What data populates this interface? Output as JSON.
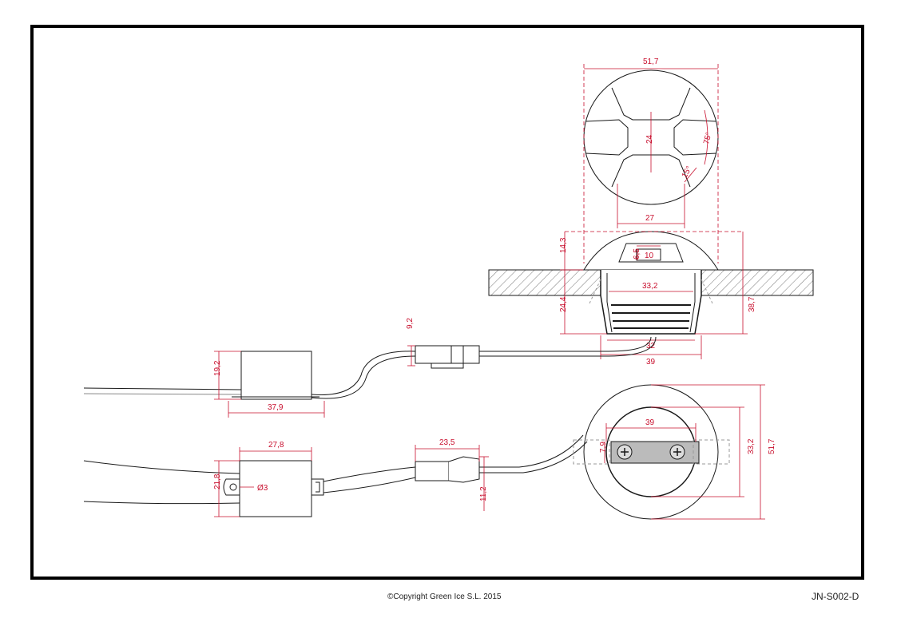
{
  "dimensions": {
    "top_diameter": "51,7",
    "cross_arm": "24",
    "angle_large": "75°",
    "angle_small": "15°",
    "cross_width": "27",
    "cap_height": "14,3",
    "window_height": "6,5",
    "window_width": "10",
    "neck_width": "33,2",
    "body_height": "24,4",
    "total_height": "38,7",
    "bottom_width": "32",
    "flange_width": "39",
    "connector_height": "9,2",
    "driver_height": "19,2",
    "driver_length": "37,9",
    "driver2_length": "27,8",
    "driver2_height": "21,8",
    "hole_diameter": "Ø3",
    "connector_length": "23,5",
    "connector_height2": "11,2",
    "bracket_length": "39",
    "bracket_height": "7,9",
    "inner_diameter": "33,2",
    "outer_diameter": "51,7"
  },
  "footer": {
    "copyright": "©Copyright Green Ice S.L. 2015",
    "drawing_code": "JN-S002-D"
  },
  "colors": {
    "dimension": "#c8102e",
    "line": "#1a1a1a",
    "frame": "#000000"
  }
}
